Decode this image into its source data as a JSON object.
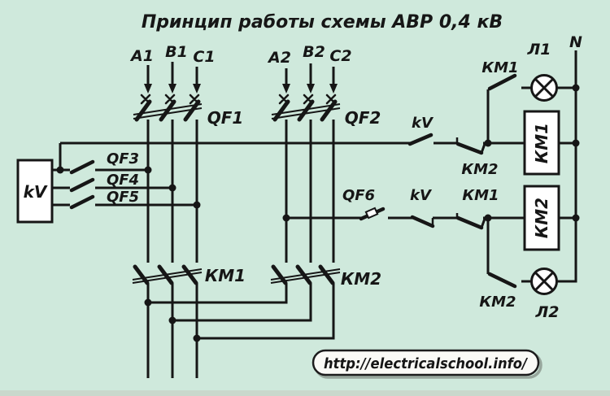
{
  "colors": {
    "background": "#cfe9dc",
    "line": "#161616",
    "fill": "#ffffff",
    "shadow": "#97a69c",
    "footer": "#c9d8cc"
  },
  "title": "Принцип работы схемы АВР 0,4 кВ",
  "feeder1": {
    "phase_a": "A1",
    "phase_b": "B1",
    "phase_c": "C1",
    "breaker": "QF1"
  },
  "feeder2": {
    "phase_a": "A2",
    "phase_b": "B2",
    "phase_c": "C2",
    "breaker": "QF2"
  },
  "voltage_relay": {
    "meter": "kV",
    "switch_a": "QF3",
    "switch_b": "QF4",
    "switch_c": "QF5"
  },
  "km1_circuit": {
    "kv_contact": "kV",
    "km2_nc_contact": "КМ2",
    "lamp_contact": "КМ1",
    "lamp": "Л1",
    "coil": "КМ1"
  },
  "km2_circuit": {
    "breaker_contact": "QF6",
    "kv_contact": "kV",
    "km1_nc_contact": "КМ1",
    "lamp_contact": "КМ2",
    "lamp": "Л2",
    "coil": "КМ2"
  },
  "contactors": {
    "km1": "КМ1",
    "km2": "КМ2"
  },
  "neutral": "N",
  "watermark": "http://electricalschool.info/"
}
